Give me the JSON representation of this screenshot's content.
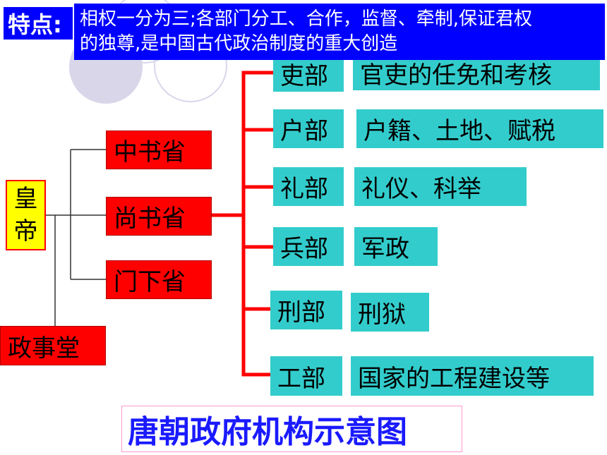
{
  "banner": {
    "label": "特点:",
    "line1": "相权一分为三;各部门分工、合作，监督、牵制,保证君权",
    "line2": "的独尊,是中国古代政治制度的重大创造"
  },
  "emperor": "皇帝",
  "central": {
    "zhongshu": "中书省",
    "shangshu": "尚书省",
    "menxia": "门下省",
    "zhengshitang": "政事堂"
  },
  "ministries": [
    {
      "name": "吏部",
      "duty": "官吏的任免和考核"
    },
    {
      "name": "户部",
      "duty": "户籍、土地、赋税"
    },
    {
      "name": "礼部",
      "duty": "礼仪、科举"
    },
    {
      "name": "兵部",
      "duty": "军政"
    },
    {
      "name": "刑部",
      "duty": "刑狱"
    },
    {
      "name": "工部",
      "duty": "国家的工程建设等"
    }
  ],
  "title": "唐朝政府机构示意图",
  "colors": {
    "banner": "#0000ff",
    "emperor_fill": "#ffff00",
    "central_fill": "#ff0000",
    "ministry_fill": "#33cccc",
    "bracket_line": "#ff0000",
    "title_text": "#1a1aff"
  }
}
